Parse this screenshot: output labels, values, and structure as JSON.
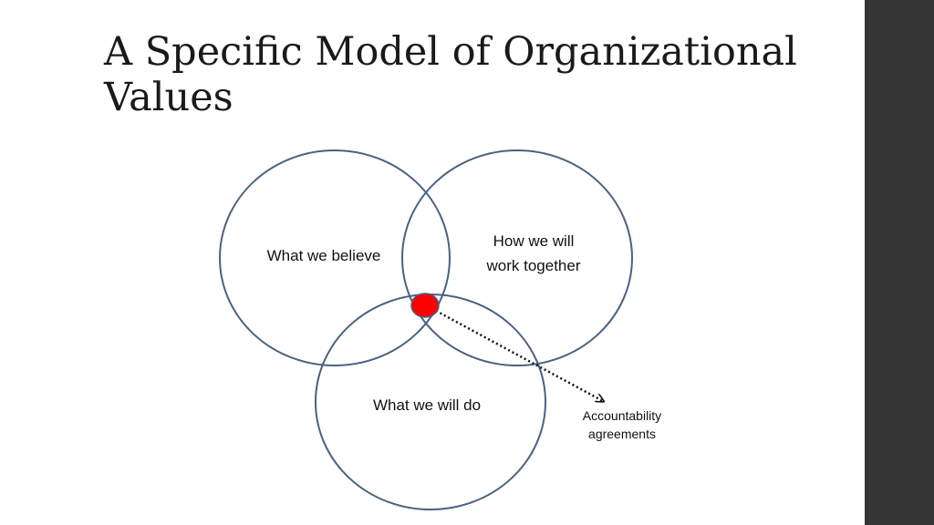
{
  "slide": {
    "title_line1": "A Specific Model of Organizational",
    "title_line2": "Values"
  },
  "diagram": {
    "circles": [
      {
        "label_line1": "What we believe",
        "label_line2": ""
      },
      {
        "label_line1": "How we will",
        "label_line2": "work together"
      },
      {
        "label_line1": "What we will do",
        "label_line2": ""
      }
    ],
    "intersection_marker_color": "#ff0000",
    "circle_stroke_color": "#4a6282",
    "annotation_line1": "Accountability",
    "annotation_line2": "agreements"
  },
  "theme": {
    "sidebar_color": "#363636"
  }
}
